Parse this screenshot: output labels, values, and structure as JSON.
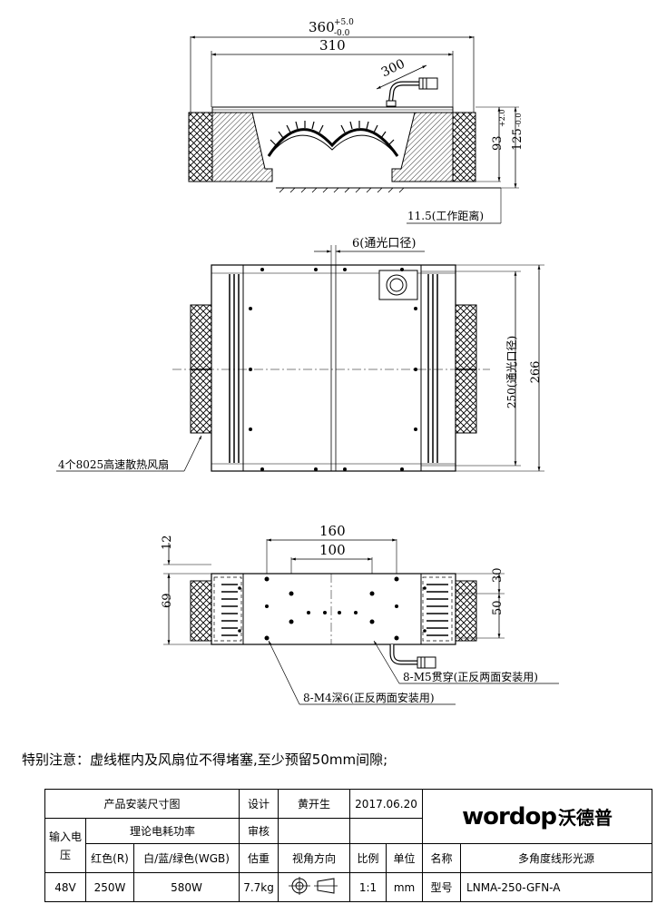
{
  "top_view": {
    "dim_overall": "360",
    "dim_overall_tol_upper": "+5.0",
    "dim_overall_tol_lower": "-0.0",
    "dim_body": "310",
    "dim_cable": "300",
    "dim_height_body": "93",
    "dim_height_total": "125",
    "dim_height_tol_upper": "+2.0",
    "dim_height_tol_lower": "-0.0",
    "working_distance": "11.5(工作距离)"
  },
  "front_view": {
    "aperture_width": "6(通光口径)",
    "aperture_length": "250(通光口径)",
    "total_length": "266",
    "fan_note": "4个8025高速散热风扇"
  },
  "side_view": {
    "dim_160": "160",
    "dim_100": "100",
    "dim_12": "12",
    "dim_69": "69",
    "dim_30": "30",
    "dim_50": "50",
    "hole_m5": "8-M5贯穿(正反两面安装用)",
    "hole_m4": "8-M4深6(正反两面安装用)"
  },
  "note": "特别注意：虚线框内及风扇位不得堵塞,至少预留50mm间隙;",
  "title_block": {
    "drawing_title": "产品安装尺寸图",
    "design_label": "设计",
    "designer": "黄开生",
    "date": "2017.06.20",
    "logo_en": "wordop",
    "logo_cn": "沃德普",
    "input_voltage_label": "输入电压",
    "power_label": "理论电耗功率",
    "review_label": "审核",
    "red_label": "红色(R)",
    "wgb_label": "白/蓝/绿色(WGB)",
    "weight_label": "估重",
    "view_dir_label": "视角方向",
    "scale_label": "比例",
    "unit_label": "单位",
    "name_label": "名称",
    "product_name": "多角度线形光源",
    "voltage": "48V",
    "red_power": "250W",
    "wgb_power": "580W",
    "weight": "7.7kg",
    "scale": "1:1",
    "unit": "mm",
    "model_label": "型号",
    "model": "LNMA-250-GFN-A"
  }
}
